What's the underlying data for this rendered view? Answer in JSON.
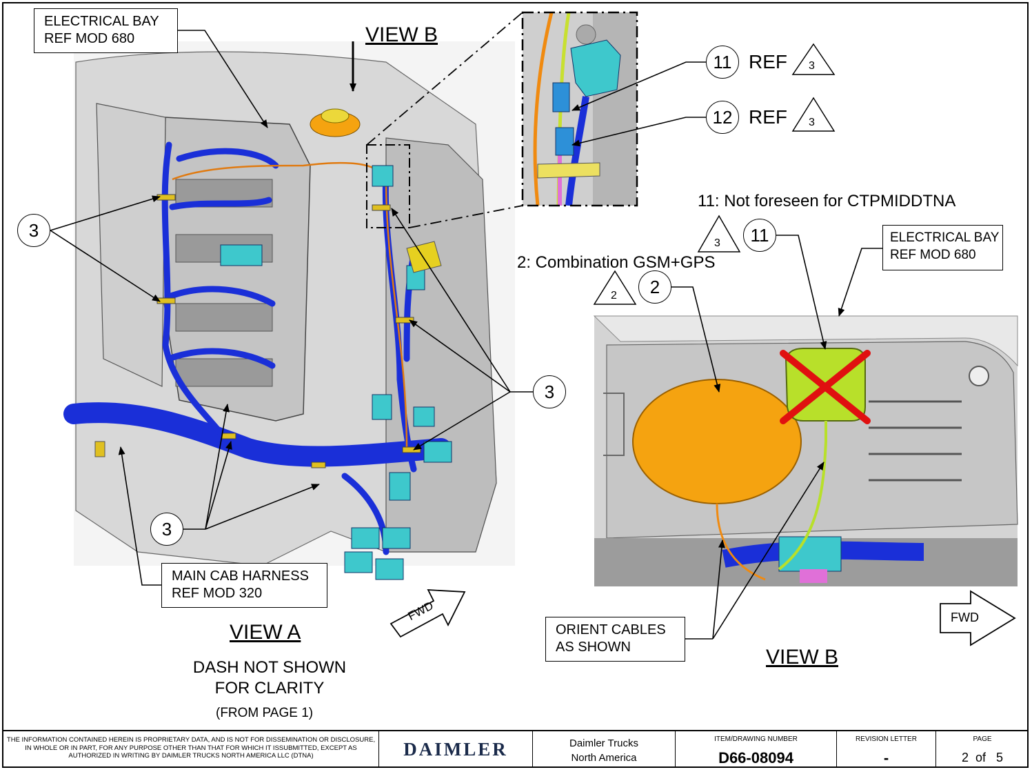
{
  "labels": {
    "electrical_bay_left": "ELECTRICAL BAY\nREF MOD 680",
    "electrical_bay_right": "ELECTRICAL BAY\nREF MOD 680",
    "main_cab_harness": "MAIN CAB HARNESS\nREF MOD 320",
    "orient_cables": "ORIENT CABLES\nAS SHOWN",
    "view_b_top": "VIEW B",
    "view_a": "VIEW A",
    "view_b_bottom": "VIEW B",
    "dash_note": "DASH NOT SHOWN\nFOR CLARITY",
    "from_page": "(FROM PAGE 1)",
    "fwd_left": "FWD",
    "fwd_right": "FWD",
    "note_11": "11: Not foreseen for CTPMIDDTNA",
    "note_2": "2: Combination GSM+GPS",
    "ref": "REF"
  },
  "callouts": {
    "item_3": "3",
    "item_11": "11",
    "item_12": "12",
    "item_2": "2",
    "rev_3": "3",
    "rev_2": "2"
  },
  "title_block": {
    "disclaimer": "THE INFORMATION CONTAINED HEREIN IS PROPRIETARY DATA, AND IS NOT FOR DISSEMINATION OR DISCLOSURE, IN WHOLE OR  IN PART, FOR ANY PURPOSE OTHER THAN THAT FOR WHICH IT ISSUBMITTED, EXCEPT AS AUTHORIZED IN WRITING BY DAIMLER TRUCKS NORTH AMERICA LLC (DTNA)",
    "logo": "DAIMLER",
    "company_line1": "Daimler Trucks",
    "company_line2": "North America",
    "item_label": "ITEM/DRAWING NUMBER",
    "item_number": "D66-08094",
    "revision_label": "REVISION LETTER",
    "revision": "-",
    "page_label": "PAGE",
    "page_number": "2",
    "page_of": "of",
    "page_total": "5"
  },
  "colors": {
    "harness_blue": "#1a2fd8",
    "connector_cyan": "#3ec8cc",
    "antenna_orange": "#f5a310",
    "antenna_green": "#b8e02a",
    "cross_red": "#e01010",
    "panel_gray": "#c8c8c8"
  }
}
